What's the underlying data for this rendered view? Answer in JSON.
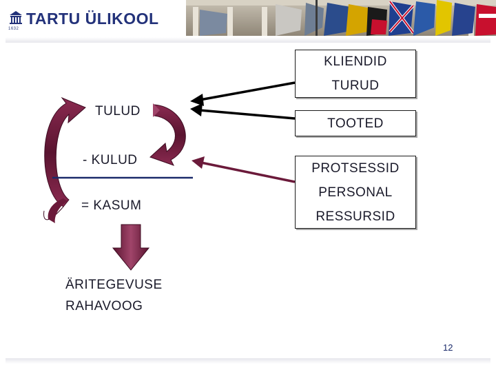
{
  "header": {
    "logo_text": "TARTU ÜLIKOOL",
    "logo_year": "1632"
  },
  "diagram": {
    "left": {
      "tulud": "TULUD",
      "kulud": "- KULUD",
      "kasum": "= KASUM",
      "cashflow_line1": "ÄRITEGEVUSE",
      "cashflow_line2": "RAHAVOOG"
    },
    "boxes": {
      "top": [
        "KLIENDID",
        "TURUD"
      ],
      "middle": [
        "TOOTED"
      ],
      "bottom": [
        "PROTSESSID",
        "PERSONAL",
        "RESSURSID"
      ]
    },
    "colors": {
      "arrow_dark": "#5a1430",
      "arrow_mid": "#8a2a50",
      "arrow_light": "#c46a8e",
      "connector_black": "#000000",
      "connector_maroon": "#6b1a3a",
      "divider": "#1a2a6a",
      "logo_blue": "#23327a"
    }
  },
  "footer": {
    "page_number": "12"
  }
}
